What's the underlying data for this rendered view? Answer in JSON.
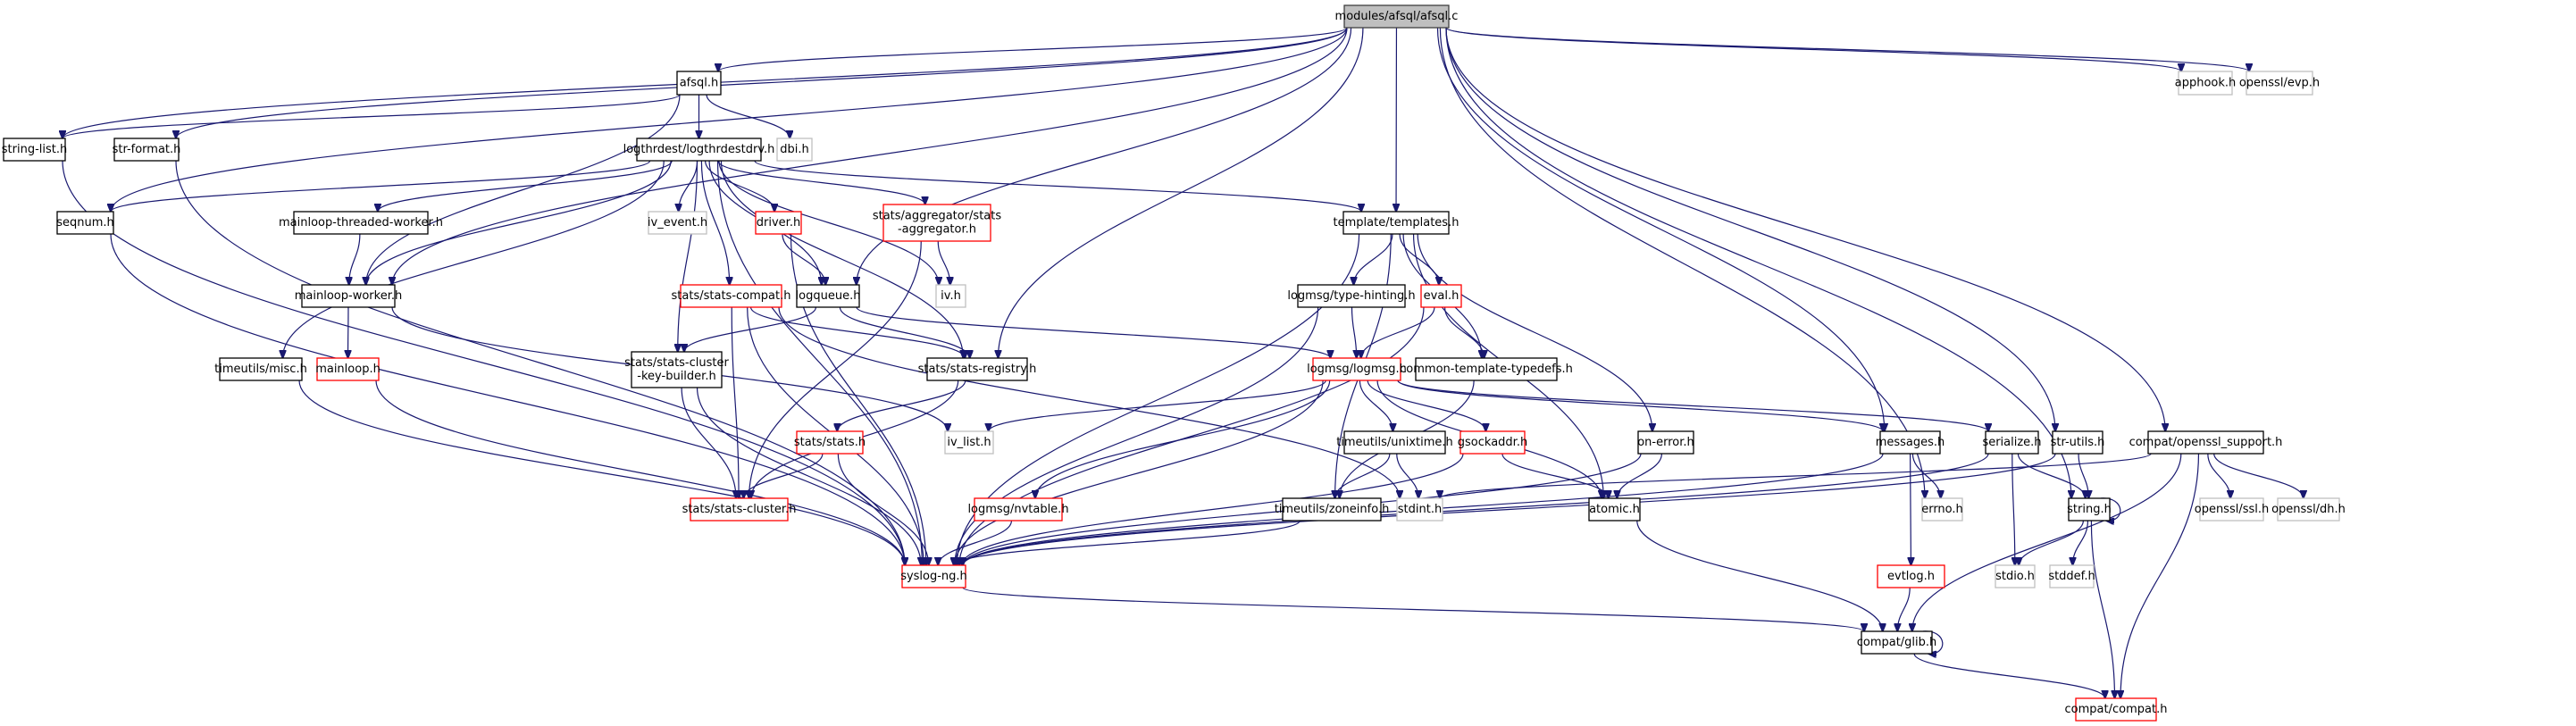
{
  "diagram": {
    "title": "modules/afsql/afsql.c",
    "type": "include-dependency-graph",
    "colors": {
      "edge": "#191970",
      "root_fill": "#bfbfbf",
      "normal_border": "#000000",
      "truncated_border": "#ff0000",
      "external_border": "#bfbfbf"
    },
    "nodes": [
      {
        "id": "afsql_c",
        "label": "modules/afsql/afsql.c",
        "kind": "root"
      },
      {
        "id": "afsql_h",
        "label": "afsql.h",
        "kind": "normal"
      },
      {
        "id": "dbi_h",
        "label": "dbi.h",
        "kind": "external"
      },
      {
        "id": "logthrdestdrv_h",
        "label": "logthrdest/logthrdestdrv.h",
        "kind": "normal"
      },
      {
        "id": "string_list_h",
        "label": "string-list.h",
        "kind": "normal"
      },
      {
        "id": "str_format_h",
        "label": "str-format.h",
        "kind": "normal"
      },
      {
        "id": "seqnum_h",
        "label": "seqnum.h",
        "kind": "normal"
      },
      {
        "id": "mainloop_threaded_worker_h",
        "label": "mainloop-threaded-worker.h",
        "kind": "normal"
      },
      {
        "id": "iv_event_h",
        "label": "iv_event.h",
        "kind": "external"
      },
      {
        "id": "driver_h",
        "label": "driver.h",
        "kind": "truncated"
      },
      {
        "id": "stats_aggregator_h",
        "label": "stats/aggregator/stats\n-aggregator.h",
        "kind": "truncated"
      },
      {
        "id": "templates_h",
        "label": "template/templates.h",
        "kind": "normal"
      },
      {
        "id": "mainloop_worker_h",
        "label": "mainloop-worker.h",
        "kind": "normal"
      },
      {
        "id": "stats_compat_h",
        "label": "stats/stats-compat.h",
        "kind": "truncated"
      },
      {
        "id": "logqueue_h",
        "label": "logqueue.h",
        "kind": "normal"
      },
      {
        "id": "iv_h",
        "label": "iv.h",
        "kind": "external"
      },
      {
        "id": "type_hinting_h",
        "label": "logmsg/type-hinting.h",
        "kind": "normal"
      },
      {
        "id": "eval_h",
        "label": "eval.h",
        "kind": "truncated"
      },
      {
        "id": "timeutils_misc_h",
        "label": "timeutils/misc.h",
        "kind": "normal"
      },
      {
        "id": "mainloop_h",
        "label": "mainloop.h",
        "kind": "truncated"
      },
      {
        "id": "stats_cluster_key_builder_h",
        "label": "stats/stats-cluster\n-key-builder.h",
        "kind": "normal"
      },
      {
        "id": "stats_registry_h",
        "label": "stats/stats-registry.h",
        "kind": "normal"
      },
      {
        "id": "logmsg_h",
        "label": "logmsg/logmsg.h",
        "kind": "truncated"
      },
      {
        "id": "common_template_typedefs_h",
        "label": "common-template-typedefs.h",
        "kind": "normal"
      },
      {
        "id": "iv_list_h",
        "label": "iv_list.h",
        "kind": "external"
      },
      {
        "id": "stats_h",
        "label": "stats/stats.h",
        "kind": "truncated"
      },
      {
        "id": "unixtime_h",
        "label": "timeutils/unixtime.h",
        "kind": "normal"
      },
      {
        "id": "gsockaddr_h",
        "label": "gsockaddr.h",
        "kind": "truncated"
      },
      {
        "id": "on_error_h",
        "label": "on-error.h",
        "kind": "normal"
      },
      {
        "id": "messages_h",
        "label": "messages.h",
        "kind": "normal"
      },
      {
        "id": "serialize_h",
        "label": "serialize.h",
        "kind": "normal"
      },
      {
        "id": "str_utils_h",
        "label": "str-utils.h",
        "kind": "normal"
      },
      {
        "id": "openssl_support_h",
        "label": "compat/openssl_support.h",
        "kind": "normal"
      },
      {
        "id": "stats_cluster_h",
        "label": "stats/stats-cluster.h",
        "kind": "truncated"
      },
      {
        "id": "nvtable_h",
        "label": "logmsg/nvtable.h",
        "kind": "truncated"
      },
      {
        "id": "zoneinfo_h",
        "label": "timeutils/zoneinfo.h",
        "kind": "normal"
      },
      {
        "id": "stdint_h",
        "label": "stdint.h",
        "kind": "external"
      },
      {
        "id": "atomic_h",
        "label": "atomic.h",
        "kind": "normal"
      },
      {
        "id": "errno_h",
        "label": "errno.h",
        "kind": "external"
      },
      {
        "id": "string_h",
        "label": "string.h",
        "kind": "normal"
      },
      {
        "id": "openssl_ssl_h",
        "label": "openssl/ssl.h",
        "kind": "external"
      },
      {
        "id": "openssl_dh_h",
        "label": "openssl/dh.h",
        "kind": "external"
      },
      {
        "id": "syslog_ng_h",
        "label": "syslog-ng.h",
        "kind": "truncated"
      },
      {
        "id": "evtlog_h",
        "label": "evtlog.h",
        "kind": "truncated"
      },
      {
        "id": "stdio_h",
        "label": "stdio.h",
        "kind": "external"
      },
      {
        "id": "stddef_h",
        "label": "stddef.h",
        "kind": "external"
      },
      {
        "id": "glib_h",
        "label": "compat/glib.h",
        "kind": "normal"
      },
      {
        "id": "compat_h",
        "label": "compat/compat.h",
        "kind": "truncated"
      },
      {
        "id": "apphook_h",
        "label": "apphook.h",
        "kind": "external"
      },
      {
        "id": "openssl_evp_h",
        "label": "openssl/evp.h",
        "kind": "external"
      }
    ],
    "edges": [
      [
        "afsql_c",
        "afsql_h"
      ],
      [
        "afsql_c",
        "string_list_h"
      ],
      [
        "afsql_c",
        "str_format_h"
      ],
      [
        "afsql_c",
        "seqnum_h"
      ],
      [
        "afsql_c",
        "mainloop_worker_h"
      ],
      [
        "afsql_c",
        "logqueue_h"
      ],
      [
        "afsql_c",
        "templates_h"
      ],
      [
        "afsql_c",
        "stats_registry_h"
      ],
      [
        "afsql_c",
        "messages_h"
      ],
      [
        "afsql_c",
        "errno_h"
      ],
      [
        "afsql_c",
        "str_utils_h"
      ],
      [
        "afsql_c",
        "string_h"
      ],
      [
        "afsql_c",
        "openssl_support_h"
      ],
      [
        "afsql_c",
        "apphook_h"
      ],
      [
        "afsql_c",
        "openssl_evp_h"
      ],
      [
        "afsql_h",
        "dbi_h"
      ],
      [
        "afsql_h",
        "logthrdestdrv_h"
      ],
      [
        "afsql_h",
        "string_list_h"
      ],
      [
        "afsql_h",
        "mainloop_worker_h"
      ],
      [
        "logthrdestdrv_h",
        "seqnum_h"
      ],
      [
        "logthrdestdrv_h",
        "mainloop_threaded_worker_h"
      ],
      [
        "logthrdestdrv_h",
        "iv_event_h"
      ],
      [
        "logthrdestdrv_h",
        "driver_h"
      ],
      [
        "logthrdestdrv_h",
        "stats_aggregator_h"
      ],
      [
        "logthrdestdrv_h",
        "templates_h"
      ],
      [
        "logthrdestdrv_h",
        "mainloop_worker_h"
      ],
      [
        "logthrdestdrv_h",
        "stats_compat_h"
      ],
      [
        "logthrdestdrv_h",
        "logqueue_h"
      ],
      [
        "logthrdestdrv_h",
        "iv_h"
      ],
      [
        "logthrdestdrv_h",
        "timeutils_misc_h"
      ],
      [
        "logthrdestdrv_h",
        "stats_cluster_key_builder_h"
      ],
      [
        "logthrdestdrv_h",
        "stats_registry_h"
      ],
      [
        "logthrdestdrv_h",
        "syslog_ng_h"
      ],
      [
        "string_list_h",
        "syslog_ng_h"
      ],
      [
        "str_format_h",
        "syslog_ng_h"
      ],
      [
        "seqnum_h",
        "syslog_ng_h"
      ],
      [
        "mainloop_threaded_worker_h",
        "mainloop_worker_h"
      ],
      [
        "driver_h",
        "logqueue_h"
      ],
      [
        "driver_h",
        "syslog_ng_h"
      ],
      [
        "stats_aggregator_h",
        "iv_h"
      ],
      [
        "stats_aggregator_h",
        "stats_cluster_h"
      ],
      [
        "templates_h",
        "type_hinting_h"
      ],
      [
        "templates_h",
        "eval_h"
      ],
      [
        "templates_h",
        "common_template_typedefs_h"
      ],
      [
        "templates_h",
        "syslog_ng_h"
      ],
      [
        "templates_h",
        "zoneinfo_h"
      ],
      [
        "templates_h",
        "atomic_h"
      ],
      [
        "templates_h",
        "on_error_h"
      ],
      [
        "mainloop_worker_h",
        "mainloop_h"
      ],
      [
        "mainloop_worker_h",
        "iv_list_h"
      ],
      [
        "stats_compat_h",
        "stats_cluster_h"
      ],
      [
        "stats_compat_h",
        "stats_registry_h"
      ],
      [
        "stats_compat_h",
        "syslog_ng_h"
      ],
      [
        "stats_compat_h",
        "stdint_h"
      ],
      [
        "logqueue_h",
        "stats_cluster_key_builder_h"
      ],
      [
        "logqueue_h",
        "stats_registry_h"
      ],
      [
        "logqueue_h",
        "logmsg_h"
      ],
      [
        "type_hinting_h",
        "logmsg_h"
      ],
      [
        "type_hinting_h",
        "syslog_ng_h"
      ],
      [
        "eval_h",
        "logmsg_h"
      ],
      [
        "eval_h",
        "common_template_typedefs_h"
      ],
      [
        "eval_h",
        "syslog_ng_h"
      ],
      [
        "timeutils_misc_h",
        "syslog_ng_h"
      ],
      [
        "mainloop_h",
        "syslog_ng_h"
      ],
      [
        "stats_cluster_key_builder_h",
        "stats_cluster_h"
      ],
      [
        "stats_cluster_key_builder_h",
        "syslog_ng_h"
      ],
      [
        "stats_registry_h",
        "stats_h"
      ],
      [
        "stats_registry_h",
        "stats_cluster_h"
      ],
      [
        "logmsg_h",
        "iv_list_h"
      ],
      [
        "logmsg_h",
        "nvtable_h"
      ],
      [
        "logmsg_h",
        "unixtime_h"
      ],
      [
        "logmsg_h",
        "gsockaddr_h"
      ],
      [
        "logmsg_h",
        "atomic_h"
      ],
      [
        "logmsg_h",
        "messages_h"
      ],
      [
        "logmsg_h",
        "serialize_h"
      ],
      [
        "logmsg_h",
        "syslog_ng_h"
      ],
      [
        "common_template_typedefs_h",
        "zoneinfo_h"
      ],
      [
        "stats_h",
        "stats_cluster_h"
      ],
      [
        "stats_h",
        "syslog_ng_h"
      ],
      [
        "unixtime_h",
        "zoneinfo_h"
      ],
      [
        "unixtime_h",
        "stdint_h"
      ],
      [
        "gsockaddr_h",
        "atomic_h"
      ],
      [
        "gsockaddr_h",
        "syslog_ng_h"
      ],
      [
        "on_error_h",
        "atomic_h"
      ],
      [
        "on_error_h",
        "syslog_ng_h"
      ],
      [
        "messages_h",
        "errno_h"
      ],
      [
        "messages_h",
        "evtlog_h"
      ],
      [
        "messages_h",
        "syslog_ng_h"
      ],
      [
        "serialize_h",
        "string_h"
      ],
      [
        "serialize_h",
        "stdio_h"
      ],
      [
        "serialize_h",
        "syslog_ng_h"
      ],
      [
        "str_utils_h",
        "string_h"
      ],
      [
        "str_utils_h",
        "syslog_ng_h"
      ],
      [
        "openssl_support_h",
        "stdint_h"
      ],
      [
        "openssl_support_h",
        "openssl_ssl_h"
      ],
      [
        "openssl_support_h",
        "openssl_dh_h"
      ],
      [
        "openssl_support_h",
        "glib_h"
      ],
      [
        "openssl_support_h",
        "compat_h"
      ],
      [
        "nvtable_h",
        "syslog_ng_h"
      ],
      [
        "zoneinfo_h",
        "syslog_ng_h"
      ],
      [
        "atomic_h",
        "glib_h"
      ],
      [
        "string_h",
        "string_h"
      ],
      [
        "string_h",
        "stdio_h"
      ],
      [
        "string_h",
        "stddef_h"
      ],
      [
        "string_h",
        "compat_h"
      ],
      [
        "syslog_ng_h",
        "glib_h"
      ],
      [
        "evtlog_h",
        "glib_h"
      ],
      [
        "glib_h",
        "glib_h"
      ],
      [
        "glib_h",
        "compat_h"
      ]
    ]
  }
}
